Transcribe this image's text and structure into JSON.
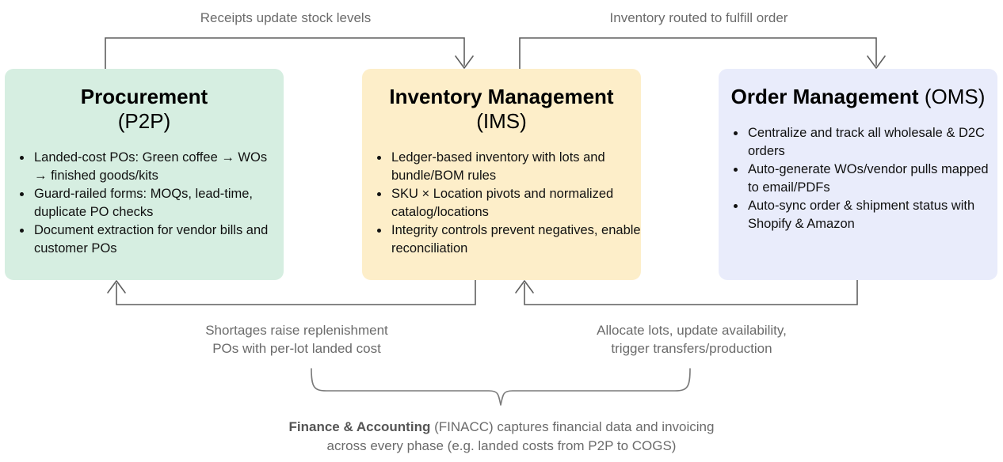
{
  "diagram": {
    "nodes": [
      {
        "id": "p2p",
        "name": "Procurement",
        "acronym": "(P2P)",
        "color": "#d6eee1",
        "bullets": [
          "Landed-cost POs: Green coffee → WOs → finished goods/kits",
          "Guard-railed forms: MOQs, lead-time, duplicate PO checks",
          "Document extraction for vendor bills and customer POs"
        ]
      },
      {
        "id": "ims",
        "name": "Inventory Management",
        "acronym": "(IMS)",
        "color": "#fdeec9",
        "bullets": [
          "Ledger-based inventory with lots and bundle/BOM rules",
          "SKU × Location pivots and normalized catalog/locations",
          "Integrity controls prevent negatives, enable reconciliation"
        ]
      },
      {
        "id": "oms",
        "name": "Order Management",
        "acronym": "(OMS)",
        "color": "#e9ecfb",
        "bullets": [
          "Centralize and track all wholesale & D2C orders",
          "Auto-generate WOs/vendor pulls mapped to email/PDFs",
          "Auto-sync order & shipment status with Shopify & Amazon"
        ]
      }
    ],
    "edges": [
      {
        "id": "top-left",
        "from": "p2p",
        "to": "ims",
        "label": "Receipts update stock levels"
      },
      {
        "id": "top-right",
        "from": "ims",
        "to": "oms",
        "label": "Inventory routed to fulfill order"
      },
      {
        "id": "bottom-left",
        "from": "ims",
        "to": "p2p",
        "label": "Shortages raise replenishment\nPOs with per-lot landed cost"
      },
      {
        "id": "bottom-right",
        "from": "oms",
        "to": "ims",
        "label": "Allocate lots, update availability,\ntrigger transfers/production"
      }
    ],
    "caption": {
      "bold": "Finance & Accounting",
      "rest": " (FINACC) captures financial data and invoicing\nacross every phase (e.g. landed costs from P2P to COGS)"
    },
    "line_color": "#5f5f5f",
    "label_color": "#6b6b6b"
  }
}
